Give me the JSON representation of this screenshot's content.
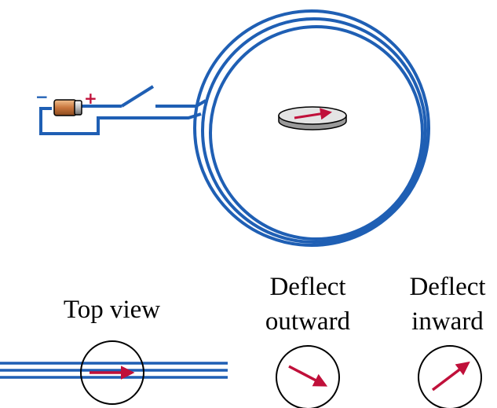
{
  "labels": {
    "top_view": "Top view",
    "deflect_outward": [
      "Deflect",
      "outward"
    ],
    "deflect_inward": [
      "Deflect",
      "inward"
    ]
  },
  "battery": {
    "minus_sign": "−",
    "plus_sign": "+"
  },
  "colors": {
    "wire": "#1f5fb4",
    "arrow": "#c0103a",
    "battery_body": "#c9763d",
    "sign": "#c0103a",
    "outline": "#000000",
    "compass_case": "#e4e4e4"
  },
  "icons": {
    "battery": "battery-icon",
    "switch": "open-switch-icon",
    "coil": "wire-coil-icon",
    "compass": "compass-icon",
    "arrow": "needle-arrow-icon"
  }
}
